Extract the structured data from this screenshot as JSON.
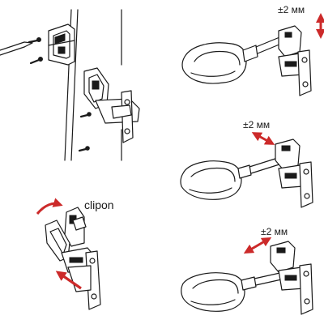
{
  "panels": {
    "adjust_depth": {
      "label": "±2 мм"
    },
    "adjust_side": {
      "label": "±2 мм"
    },
    "adjust_height": {
      "label": "±2 мм"
    },
    "clip_mount": {
      "label": "clipon"
    }
  },
  "colors": {
    "arrow": "#cc2a2a",
    "line": "#1a1a1a"
  }
}
